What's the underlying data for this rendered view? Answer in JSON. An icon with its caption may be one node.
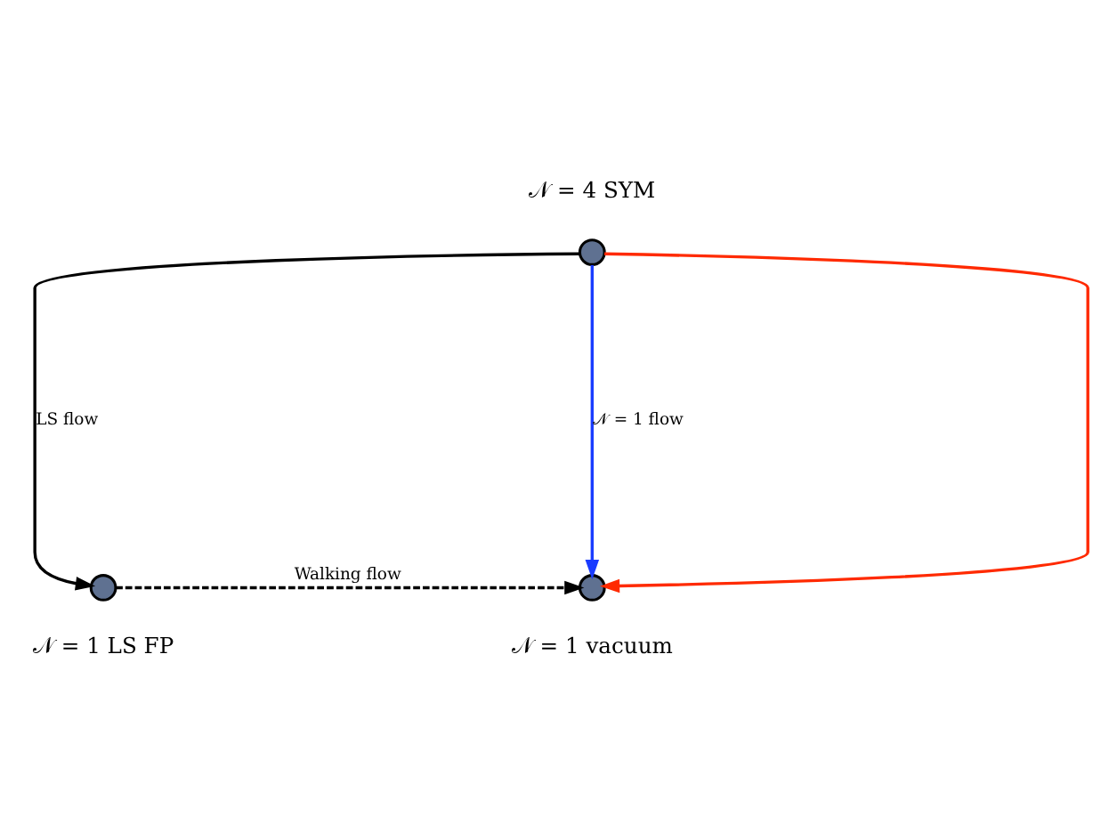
{
  "diagram": {
    "nodes": [
      {
        "text": [],
        "shape": "circle",
        "beside": [
          "𝒩 = 4 SYM"
        ]
      },
      {
        "text": [],
        "shape": "circle",
        "beside": [
          "𝒩 = 1 LS FP"
        ]
      },
      {
        "text": [],
        "shape": "circle",
        "beside": [
          "𝒩 = 1 vacuum"
        ]
      }
    ],
    "edges": [
      {
        "from": 0,
        "to": 1,
        "arrow": "to",
        "label": "LS flow"
      },
      {
        "from": 1,
        "to": 2,
        "arrow": "to",
        "label": "Walking flow",
        "style": "dashed"
      },
      {
        "from": 0,
        "to": 2,
        "arrow": "to",
        "label": "𝒩 = 1 flow",
        "color": "#1a3cff"
      },
      {
        "from": 0,
        "to": 2,
        "arrow": "to",
        "color": "#ff2a00"
      }
    ]
  }
}
